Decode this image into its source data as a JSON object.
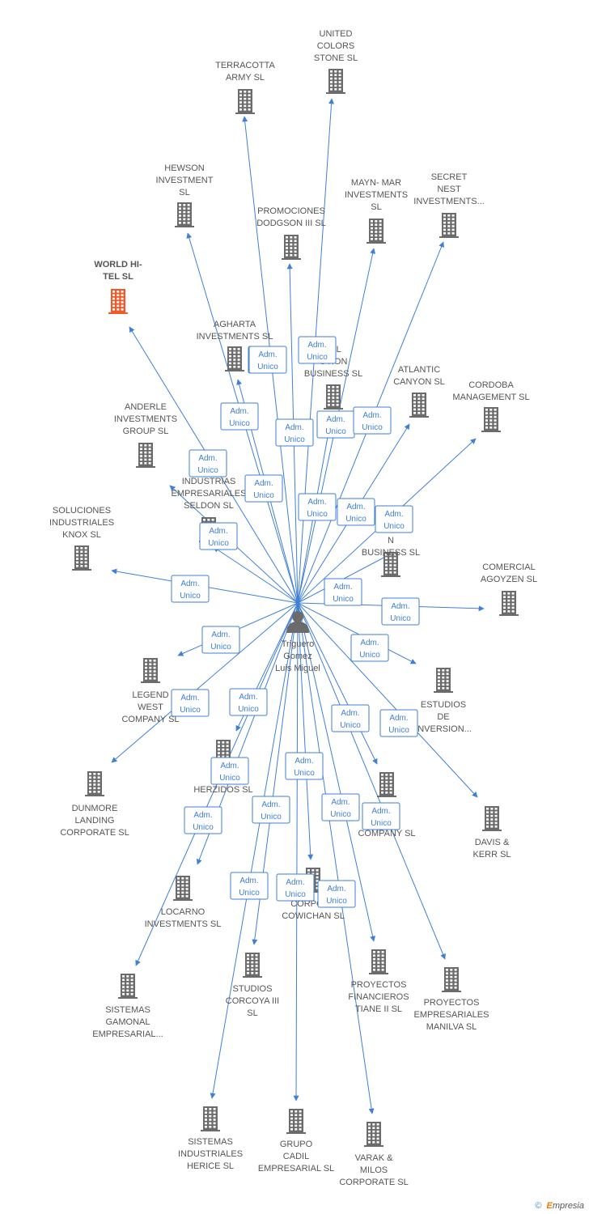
{
  "center": {
    "label_lines": [
      "Triguero",
      "Gomez",
      "Luis Miguel"
    ],
    "icon": "person-icon"
  },
  "role_label_lines": [
    "Adm.",
    "Unico"
  ],
  "colors": {
    "edge": "#3f7fd6",
    "building": "#6b6b6b",
    "building_highlight": "#f0592a",
    "text": "#555555"
  },
  "footer": {
    "copyright": "©",
    "brand_first": "E",
    "brand_rest": "mpresia"
  },
  "companies": [
    {
      "label_lines": [
        "UNITED",
        "COLORS",
        "STONE SL"
      ]
    },
    {
      "label_lines": [
        "TERRACOTTA",
        "ARMY  SL"
      ]
    },
    {
      "label_lines": [
        "HEWSON",
        "INVESTMENT",
        "SL"
      ]
    },
    {
      "label_lines": [
        "PROMOCIONES",
        "DODGSON III SL"
      ]
    },
    {
      "label_lines": [
        "MAYN- MAR",
        "INVESTMENTS",
        "SL"
      ]
    },
    {
      "label_lines": [
        "SECRET",
        "NEST",
        "INVESTMENTS..."
      ]
    },
    {
      "label_lines": [
        "WORLD HI-",
        "TEL  SL"
      ],
      "highlight": true
    },
    {
      "label_lines": [
        "AGHARTA",
        "INVESTMENTS SL"
      ]
    },
    {
      "label_lines": [
        "ELL",
        "OTION",
        "BUSINESS SL"
      ]
    },
    {
      "label_lines": [
        "ATLANTIC",
        "CANYON SL"
      ]
    },
    {
      "label_lines": [
        "CORDOBA",
        "MANAGEMENT SL"
      ]
    },
    {
      "label_lines": [
        "ANDERLE",
        "INVESTMENTS",
        "GROUP SL"
      ]
    },
    {
      "label_lines": [
        "INDUSTRIAS",
        "EMPRESARIALES",
        "SELDON SL"
      ]
    },
    {
      "label_lines": [
        "SA",
        "N",
        "BUSINESS SL"
      ]
    },
    {
      "label_lines": [
        "SOLUCIONES",
        "INDUSTRIALES",
        "KNOX SL"
      ]
    },
    {
      "label_lines": [
        "COMERCIAL",
        "AGOYZEN SL"
      ]
    },
    {
      "label_lines": [
        "LEGEND",
        "WEST",
        "COMPANY SL"
      ]
    },
    {
      "label_lines": [
        "ESTUDIOS",
        "DE",
        "INVERSION..."
      ]
    },
    {
      "label_lines": [
        "SIS",
        "HERZIDOS SL"
      ]
    },
    {
      "label_lines": [
        "DUNMORE",
        "LANDING",
        "CORPORATE SL"
      ]
    },
    {
      "label_lines": [
        "COMPANY  SL"
      ]
    },
    {
      "label_lines": [
        "DAVIS &",
        "KERR SL"
      ]
    },
    {
      "label_lines": [
        "LOCARNO",
        "INVESTMENTS SL"
      ]
    },
    {
      "label_lines": [
        "CORPORA",
        "COWICHAN SL"
      ]
    },
    {
      "label_lines": [
        "STUDIOS",
        "CORCOYA III",
        "SL"
      ]
    },
    {
      "label_lines": [
        "SISTEMAS",
        "GAMONAL",
        "EMPRESARIAL..."
      ]
    },
    {
      "label_lines": [
        "PROYECTOS",
        "FINANCIEROS",
        "TIANE II  SL"
      ]
    },
    {
      "label_lines": [
        "PROYECTOS",
        "EMPRESARIALES",
        "MANILVA SL"
      ]
    },
    {
      "label_lines": [
        "SISTEMAS",
        "INDUSTRIALES",
        "HERICE  SL"
      ]
    },
    {
      "label_lines": [
        "GRUPO",
        "CADIL",
        "EMPRESARIAL SL"
      ]
    },
    {
      "label_lines": [
        "VARAK &",
        "MILOS",
        "CORPORATE SL"
      ]
    }
  ]
}
